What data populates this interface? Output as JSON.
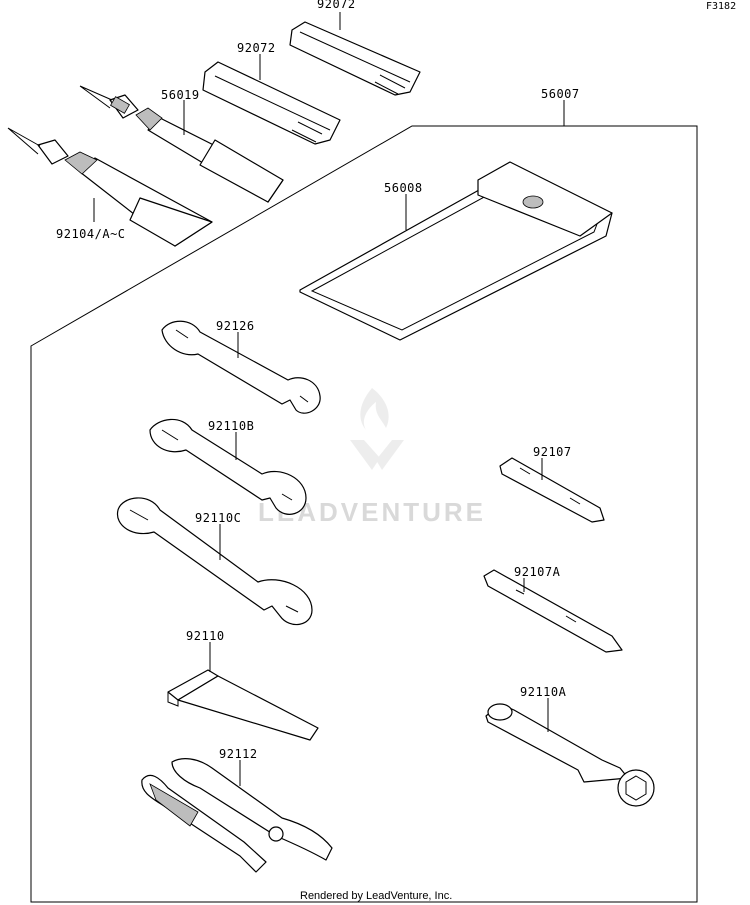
{
  "figure_id": "F3182",
  "footer": "Rendered by LeadVenture, Inc.",
  "watermark": "LEADVENTURE",
  "parts": {
    "p92072a": "92072",
    "p92072b": "92072",
    "p56019": "56019",
    "p56007": "56007",
    "p56008": "56008",
    "p92104": "92104/A~C",
    "p92126": "92126",
    "p92110b": "92110B",
    "p92110c": "92110C",
    "p92107": "92107",
    "p92107a": "92107A",
    "p92110": "92110",
    "p92110a": "92110A",
    "p92112": "92112"
  },
  "colors": {
    "line": "#000000",
    "shade": "#bdbdbd",
    "watermark": "#d9d9d9"
  }
}
